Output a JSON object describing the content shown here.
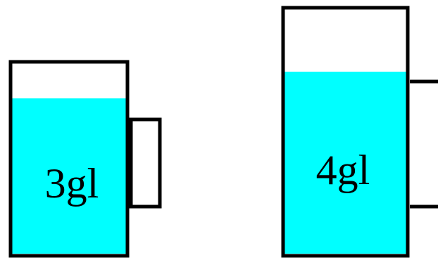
{
  "mugs": [
    {
      "label": "3gl",
      "water_color": "#00FFFF",
      "outline_color": "#000000",
      "fill_fraction": 0.8
    },
    {
      "label": "4gl",
      "water_color": "#00FFFF",
      "outline_color": "#000000",
      "fill_fraction": 0.74
    }
  ]
}
